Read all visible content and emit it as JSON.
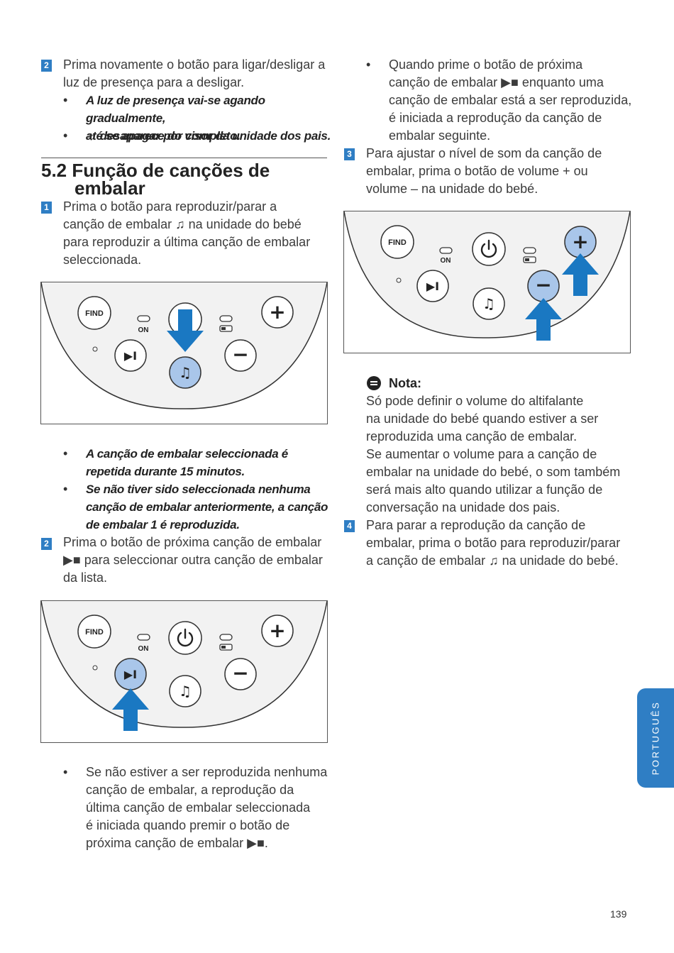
{
  "left": {
    "step2_top": {
      "num": "2",
      "line1": "Prima novamente o botão para ligar/desligar a",
      "line2": "luz de presença para a desligar.",
      "bullet1_line1": "A luz de presença vai-se agando gradualmente,",
      "bullet1_line2": "até se apagar por completo.",
      "bullet2_icon": "☼",
      "bullet2_text": "desaparece do visor da unidade dos pais."
    },
    "section_heading_line1": "5.2 Função de canções de",
    "section_heading_line2": "embalar",
    "step1": {
      "num": "1",
      "line1": "Prima o botão para reproduzir/parar a",
      "line2": "canção de embalar ♫ na unidade do bebé",
      "line3": "para reproduzir a última canção de embalar",
      "line4": "seleccionada."
    },
    "bullets_after_fig1": [
      {
        "l1": "A canção de embalar seleccionada é",
        "l2": "repetida durante 15 minutos.",
        "l3": ""
      },
      {
        "l1": "Se não tiver sido seleccionada nenhuma",
        "l2": "canção de embalar anteriormente, a canção",
        "l3": "de embalar 1 é reproduzida."
      }
    ],
    "step2": {
      "num": "2",
      "line1": "Prima o botão de próxima canção de embalar",
      "line2": "▶■ para seleccionar outra canção de embalar",
      "line3": "da lista."
    },
    "bullet_after_fig2": {
      "l1": "Se não estiver a ser reproduzida nenhuma",
      "l2": "canção de embalar, a reprodução da",
      "l3": "última canção de embalar seleccionada",
      "l4": "é iniciada quando premir o botão de",
      "l5": "próxima canção de embalar ▶■."
    }
  },
  "right": {
    "bullet_top": {
      "l1": "Quando prime o botão de próxima",
      "l2": "canção de embalar ▶■ enquanto uma",
      "l3": "canção de embalar está a ser reproduzida,",
      "l4": "é iniciada a reprodução da canção de",
      "l5": "embalar seguinte."
    },
    "step3": {
      "num": "3",
      "line1": "Para ajustar o nível de som da canção de",
      "line2": "embalar, prima o botão de volume + ou",
      "line3": "volume – na unidade do bebé."
    },
    "note": {
      "title": "Nota:",
      "lines": [
        "Só pode definir o volume do altifalante",
        "na unidade do bebé quando estiver a ser",
        "reproduzida uma canção de embalar.",
        "Se aumentar o volume para a canção de",
        "embalar na unidade do bebé, o som também",
        "será mais alto quando utilizar a função de",
        "conversação na unidade dos pais."
      ]
    },
    "step4": {
      "num": "4",
      "line1": "Para parar a reprodução da canção de",
      "line2": "embalar, prima o botão para reproduzir/parar",
      "line3": "a canção de embalar ♫ na unidade do bebé."
    }
  },
  "device": {
    "find_label": "FIND",
    "on_label": "ON",
    "plus_symbol": "+",
    "minus_symbol": "−",
    "music_symbol": "♫",
    "playpause_symbol": "▶I"
  },
  "colors": {
    "accent": "#2f7ec4",
    "highlight_button": "#a9c6ea",
    "arrow": "#1a78c2"
  },
  "side_tab_label": "PORTUGUÊS",
  "page_number": "139"
}
